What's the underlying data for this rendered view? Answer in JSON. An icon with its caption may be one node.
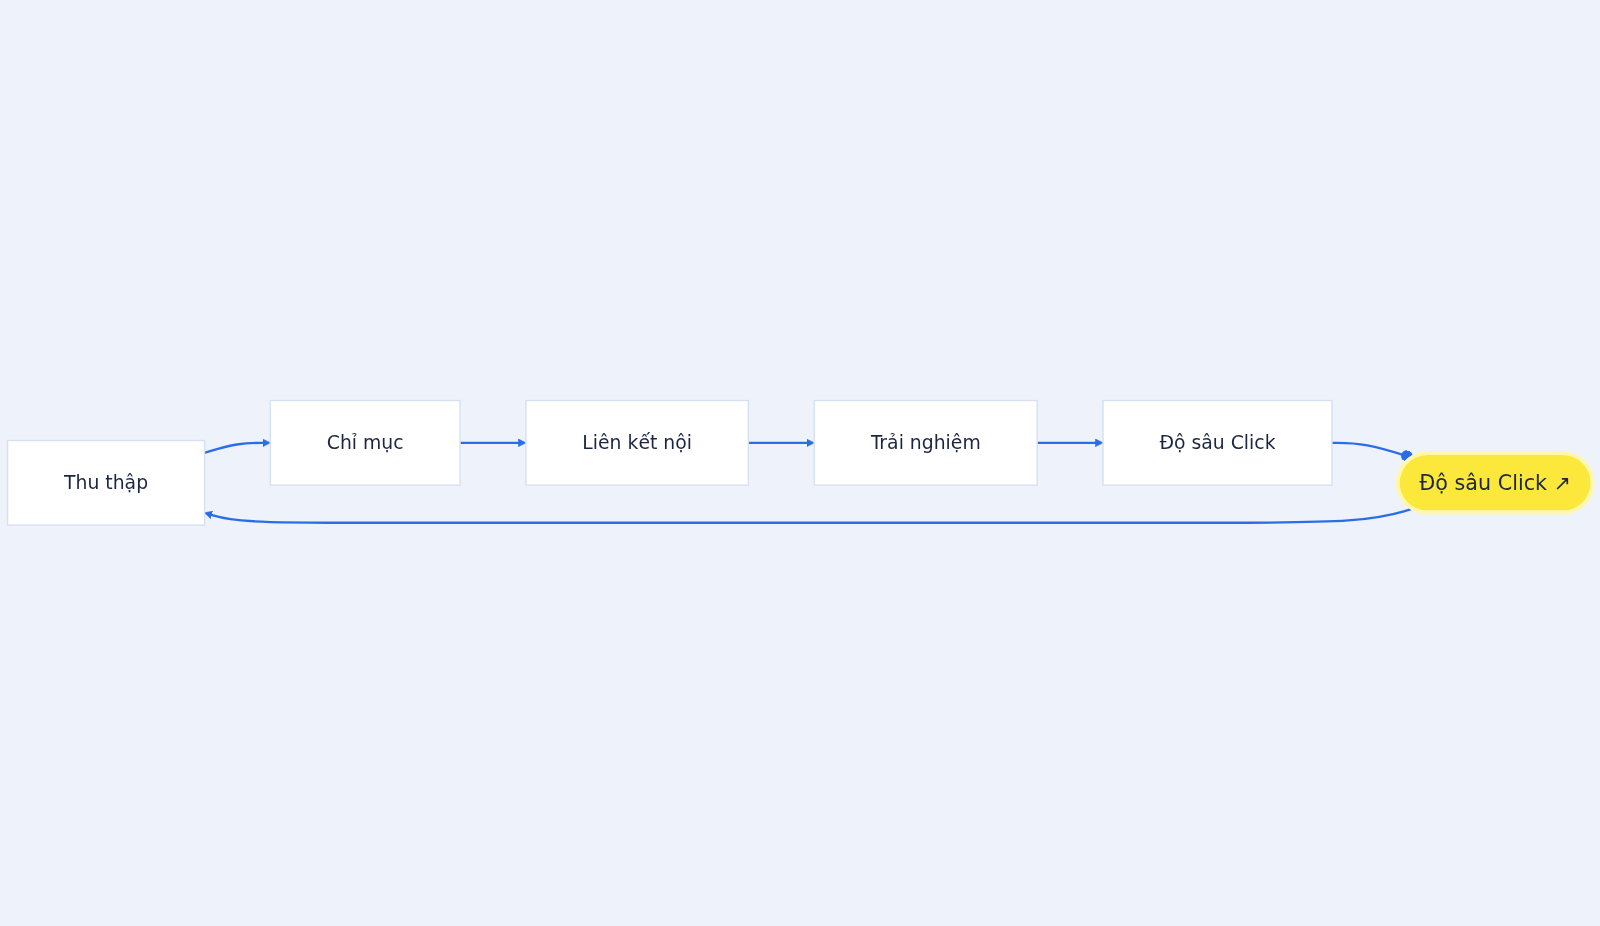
{
  "diagram": {
    "nodes": [
      {
        "text": [
          "Thu thập"
        ]
      },
      {
        "text": [
          "Chỉ mục"
        ]
      },
      {
        "text": [
          "Liên kết nội"
        ]
      },
      {
        "text": [
          "Trải nghiệm"
        ]
      },
      {
        "text": [
          "Độ sâu Click"
        ]
      },
      {
        "text": [
          "Độ sâu Click ↗"
        ]
      }
    ],
    "edges": [
      {
        "from": 0,
        "to": 1,
        "arrow": "to"
      },
      {
        "from": 1,
        "to": 2,
        "arrow": "to"
      },
      {
        "from": 2,
        "to": 3,
        "arrow": "to"
      },
      {
        "from": 3,
        "to": 4,
        "arrow": "to"
      },
      {
        "from": 4,
        "to": 5,
        "arrow": "other"
      },
      {
        "from": 5,
        "to": 0,
        "arrow": "to"
      }
    ]
  }
}
